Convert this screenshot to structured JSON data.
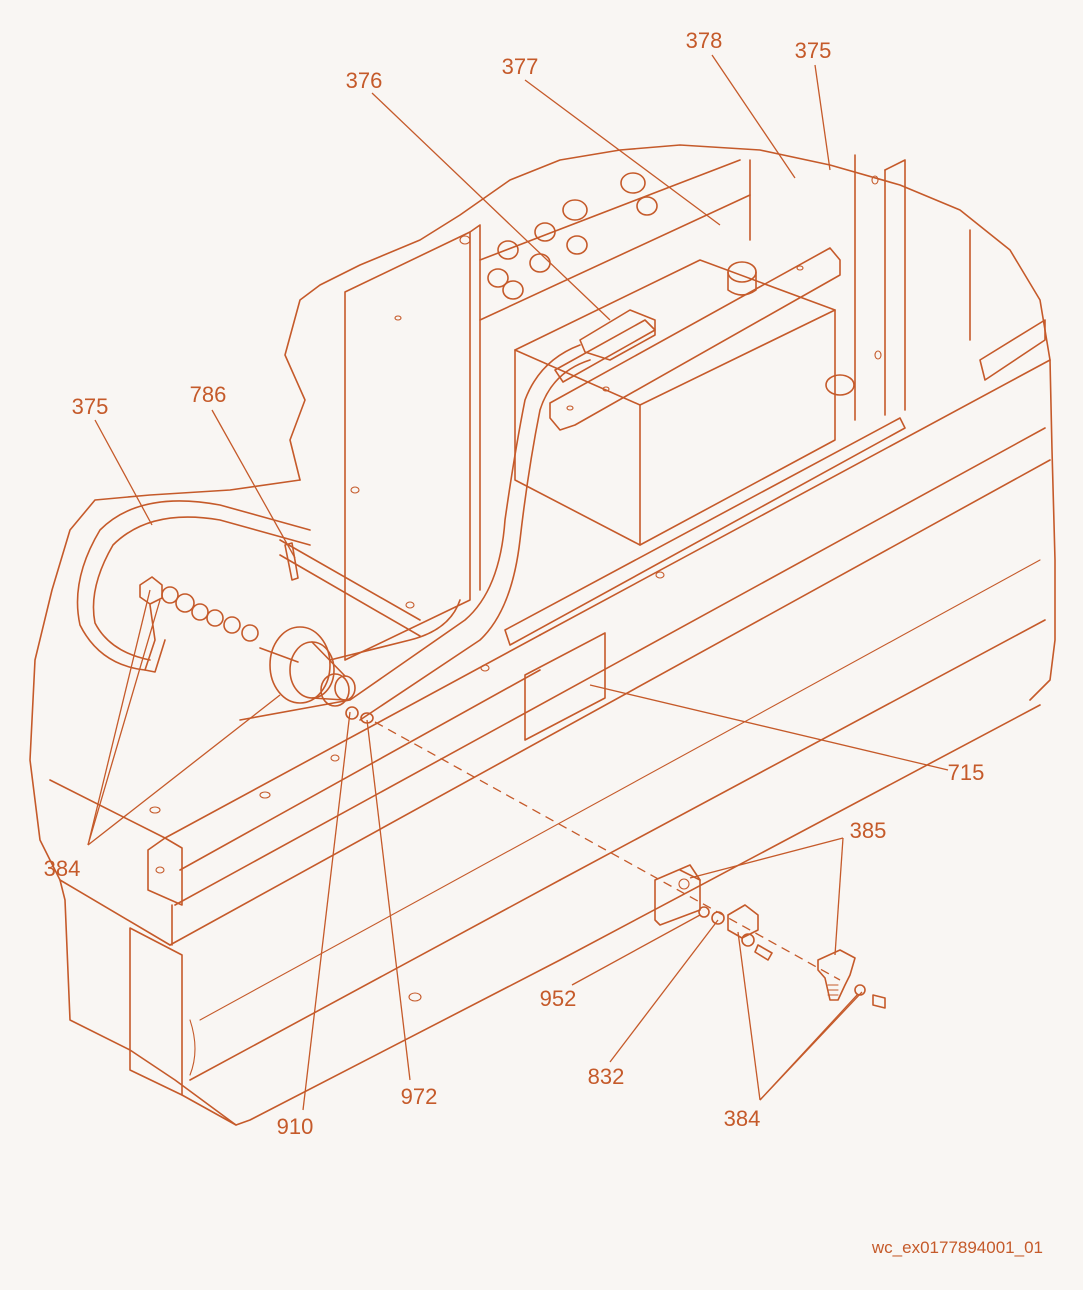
{
  "callouts": {
    "c375_top": "375",
    "c376": "376",
    "c377": "377",
    "c378": "378",
    "c375_left": "375",
    "c786": "786",
    "c384_left": "384",
    "c715": "715",
    "c385": "385",
    "c952": "952",
    "c832": "832",
    "c910": "910",
    "c972": "972",
    "c384_bottom": "384"
  },
  "figure_ref": "wc_ex0177894001_01",
  "colors": {
    "line": "#c55a2a",
    "background": "#f9f6f3"
  }
}
